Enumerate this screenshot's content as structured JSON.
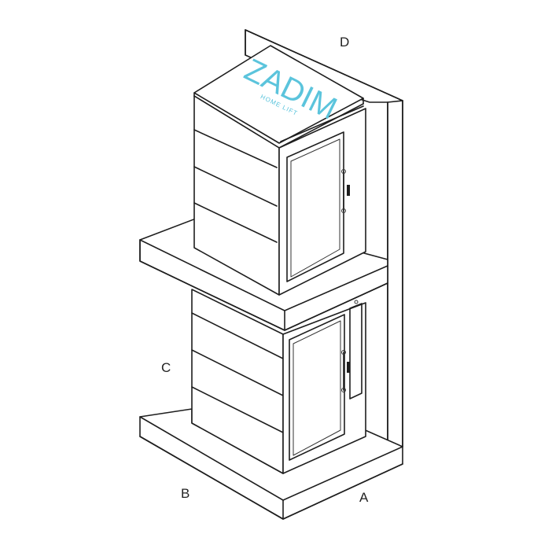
{
  "labels": {
    "a": "A",
    "b": "B",
    "c": "C",
    "d": "D"
  },
  "logo": {
    "brand": "ZADIM",
    "tagline": "HOME LIFT",
    "color": "#5bc4dc"
  },
  "colors": {
    "line": "#1e1e1e",
    "background": "#ffffff"
  }
}
